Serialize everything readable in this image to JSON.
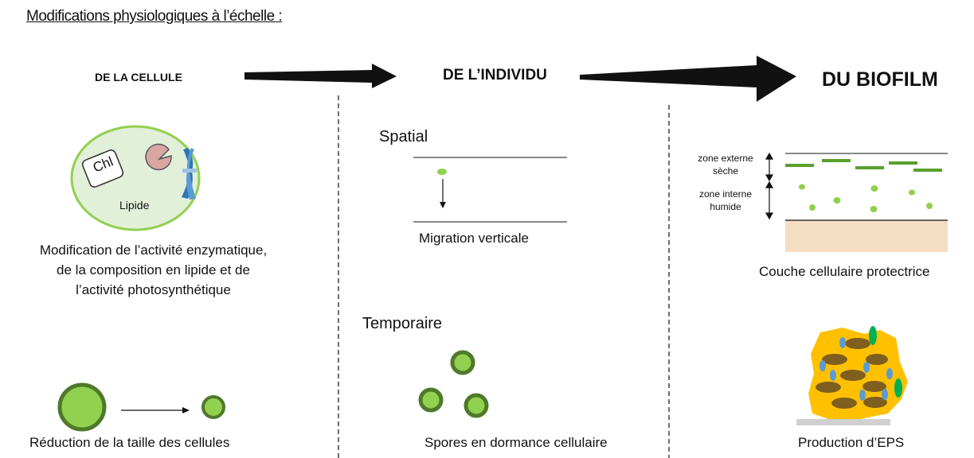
{
  "title": "Modifications physiologiques à l’échelle :",
  "scales": {
    "cell": "DE LA CELLULE",
    "individual": "DE L’INDIVIDU",
    "biofilm": "DU BIOFILM"
  },
  "cell": {
    "chl_label": "Chl",
    "lipid_label": "Lipide",
    "modification_lines": [
      "Modification de l’activité enzymatique,",
      "de la composition en lipide et de",
      "l’activité photosynthétique"
    ],
    "size_reduction": "Réduction de la taille des cellules"
  },
  "individual": {
    "spatial": "Spatial",
    "vertical_migration": "Migration verticale",
    "temporal": "Temporaire",
    "spores": "Spores en dormance cellulaire"
  },
  "biofilm": {
    "outer_zone": [
      "zone externe",
      "sèche"
    ],
    "inner_zone": [
      "zone interne",
      "humide"
    ],
    "protective_layer": "Couche cellulaire protectrice",
    "eps": "Production d’EPS"
  },
  "colors": {
    "cell_green": "#92d050",
    "cell_dark_green": "#4e7a2a",
    "cell_fill": "#e2efd9",
    "enzyme_pink": "#d9a6a3",
    "eps_yellow": "#ffc000",
    "eps_brown": "#7f5f1e",
    "eps_blue": "#5b9bd5",
    "eps_green": "#00b050",
    "sediment": "#f4ddc3"
  }
}
